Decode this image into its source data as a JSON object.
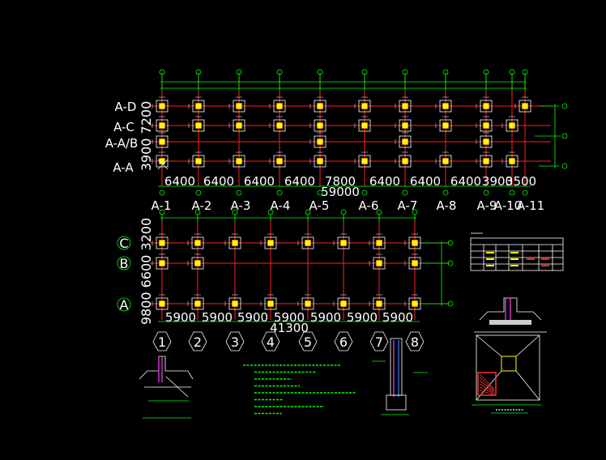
{
  "planA": {
    "row_labels": [
      "A-D",
      "A-C",
      "A-A/B",
      "A-A"
    ],
    "col_labels": [
      "A-1",
      "A-2",
      "A-3",
      "A-4",
      "A-5",
      "A-6",
      "A-7",
      "A-8",
      "A-9",
      "A-10",
      "A-11"
    ],
    "dims": [
      "6400",
      "6400",
      "6400",
      "6400",
      "7800",
      "6400",
      "6400",
      "6400",
      "3900",
      "3500"
    ],
    "total": "59000",
    "vdims": "3900 7200"
  },
  "planB": {
    "row_labels": [
      "C",
      "B",
      "A"
    ],
    "col_labels": [
      "1",
      "2",
      "3",
      "4",
      "5",
      "6",
      "7",
      "8"
    ],
    "dims": [
      "5900",
      "5900",
      "5900",
      "5900",
      "5900",
      "5900",
      "5900"
    ],
    "total": "41300",
    "vdims": "9800 6600 3200"
  },
  "colors": {
    "grid": "#ff2020",
    "dim": "#00ff00",
    "column": "#ffff00",
    "text": "#ffffff"
  }
}
